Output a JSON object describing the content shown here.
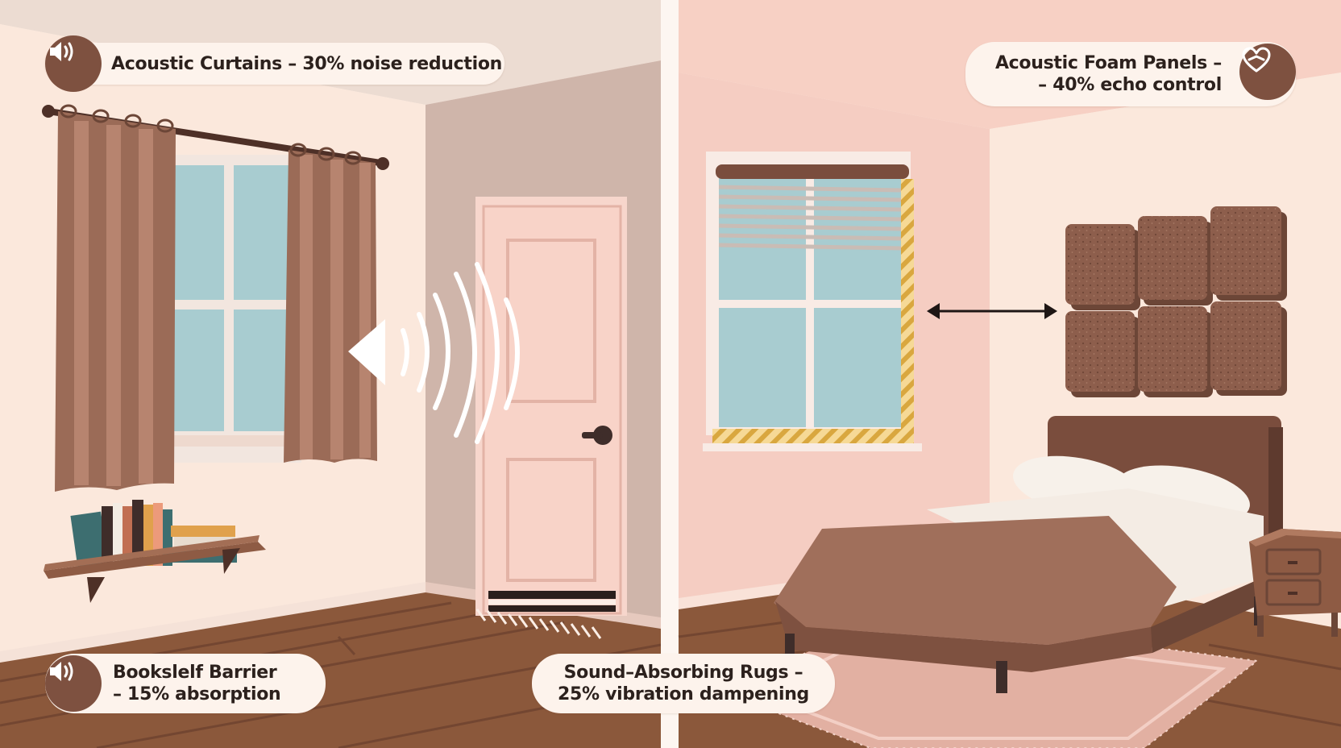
{
  "labels": {
    "curtains": {
      "line1": "Acoustic Curtains – 30% noise reduction"
    },
    "foam": {
      "line1": "Acoustic Foam Panels –",
      "line2": "– 40% echo control"
    },
    "bookshelf": {
      "line1": "Bookslelf Barrier",
      "line2": "– 15% absorption"
    },
    "rugs": {
      "line1": "Sound–Absorbing Rugs –",
      "line2": "25% vibration dampening"
    }
  },
  "icons": {
    "curtains": "speaker-icon",
    "foam": "heart-icon",
    "bookshelf": "speaker-icon",
    "door_sound": "sound-waves-icon",
    "gap": "double-arrow-icon"
  },
  "colors": {
    "badge": "#7e5140",
    "pill": "#fdf3ec",
    "curtain": "#9b6b57",
    "floor": "#8b583b",
    "door": "#f8d3c8",
    "panel": "#8d5e4c",
    "glass": "#a8ccd0",
    "sealing_tape": "#d9a73f"
  }
}
